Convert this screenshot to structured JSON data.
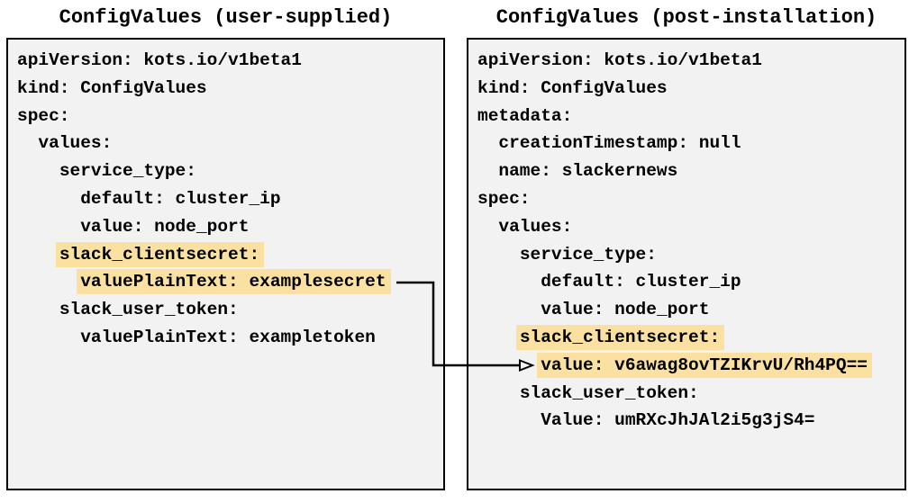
{
  "colors": {
    "highlight": "#fae1a2",
    "box_background": "#f2f2f2",
    "box_border": "#000000",
    "text": "#000000",
    "arrow": "#000000",
    "page_background": "#ffffff"
  },
  "left_panel": {
    "title": "ConfigValues (user-supplied)",
    "lines": [
      {
        "text": "apiVersion: kots.io/v1beta1",
        "hl": false
      },
      {
        "text": "kind: ConfigValues",
        "hl": false
      },
      {
        "text": "spec:",
        "hl": false
      },
      {
        "text": "  values:",
        "hl": false
      },
      {
        "text": "    service_type:",
        "hl": false
      },
      {
        "text": "      default: cluster_ip",
        "hl": false
      },
      {
        "text": "      value: node_port",
        "hl": false
      },
      {
        "text": "    slack_clientsecret:",
        "hl": true
      },
      {
        "text": "      valuePlainText: examplesecret",
        "hl": true
      },
      {
        "text": "    slack_user_token:",
        "hl": false
      },
      {
        "text": "      valuePlainText: exampletoken",
        "hl": false
      }
    ]
  },
  "right_panel": {
    "title": "ConfigValues (post-installation)",
    "lines": [
      {
        "text": "apiVersion: kots.io/v1beta1",
        "hl": false
      },
      {
        "text": "kind: ConfigValues",
        "hl": false
      },
      {
        "text": "metadata:",
        "hl": false
      },
      {
        "text": "  creationTimestamp: null",
        "hl": false
      },
      {
        "text": "  name: slackernews",
        "hl": false
      },
      {
        "text": "spec:",
        "hl": false
      },
      {
        "text": "  values:",
        "hl": false
      },
      {
        "text": "    service_type:",
        "hl": false
      },
      {
        "text": "      default: cluster_ip",
        "hl": false
      },
      {
        "text": "      value: node_port",
        "hl": false
      },
      {
        "text": "    slack_clientsecret:",
        "hl": true
      },
      {
        "text": "      value: v6awag8ovTZIKrvU/Rh4PQ==",
        "hl": true
      },
      {
        "text": "    slack_user_token:",
        "hl": false
      },
      {
        "text": "      Value: umRXcJhJAl2i5g3jS4=",
        "hl": false
      }
    ]
  }
}
